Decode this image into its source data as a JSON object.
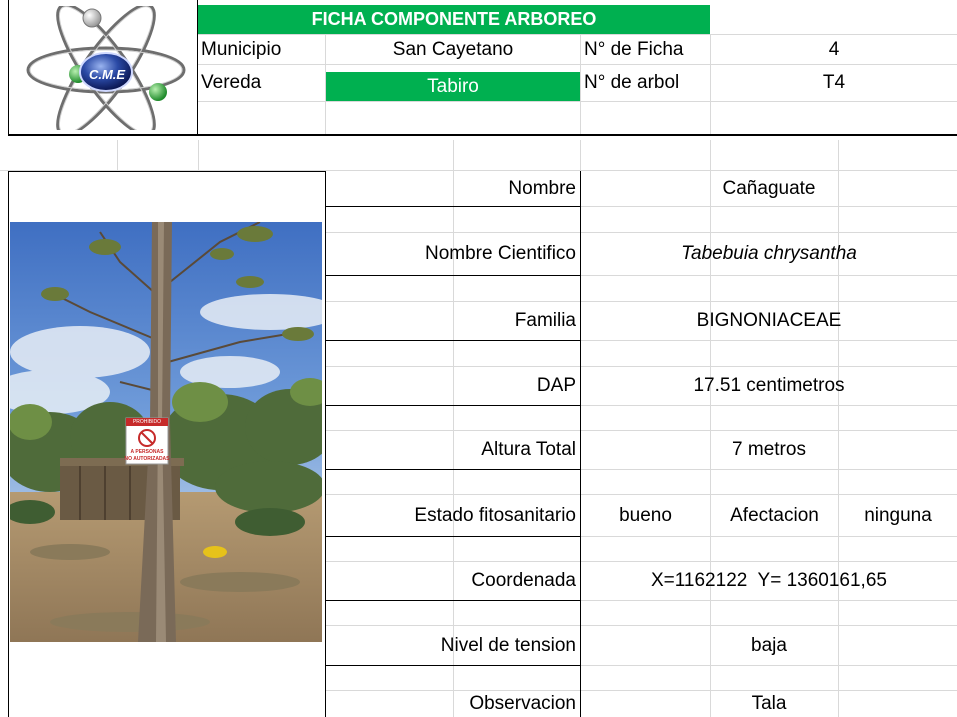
{
  "logo": {
    "text": "C.M.E"
  },
  "header": {
    "title": "FICHA COMPONENTE ARBOREO",
    "municipio_label": "Municipio",
    "municipio_value": "San Cayetano",
    "ficha_label": "N° de Ficha",
    "ficha_value": "4",
    "vereda_label": "Vereda",
    "vereda_value": "Tabiro",
    "arbol_label": "N° de arbol",
    "arbol_value": "T4"
  },
  "photo_sign": {
    "line1": "PROHIBIDO",
    "line2": "A PERSONAS",
    "line3": "NO AUTORIZADAS"
  },
  "fields": [
    {
      "label": "Nombre",
      "value": "Cañaguate"
    },
    {
      "label": "Nombre Cientifico",
      "value": "Tabebuia chrysantha"
    },
    {
      "label": "Familia",
      "value": "BIGNONIACEAE"
    },
    {
      "label": "DAP",
      "value": "17.51 centimetros"
    },
    {
      "label": "Altura Total",
      "value": "7 metros"
    },
    {
      "label": "Estado fitosanitario",
      "value": "bueno",
      "sub_label": "Afectacion",
      "sub_value": "ninguna"
    },
    {
      "label": "Coordenada",
      "value": "X=1162122  Y= 1360161,65"
    },
    {
      "label": "Nivel de tension",
      "value": "baja"
    },
    {
      "label": "Observacion",
      "value": "Tala"
    }
  ],
  "colors": {
    "header_green": "#00b050",
    "grid": "#d9d9d9",
    "border": "#000000"
  }
}
